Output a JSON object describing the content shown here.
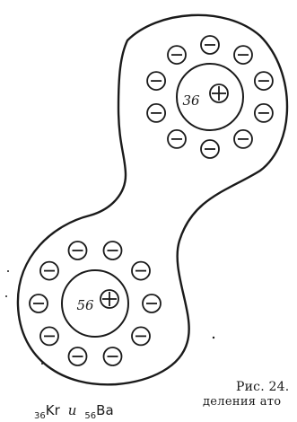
{
  "diagram": {
    "stroke_color": "#1a1a1a",
    "paper_color": "#ffffff",
    "upper_nucleus": {
      "charge_label": "36",
      "sign_icon": "plus-in-circle",
      "electron_count": 10
    },
    "lower_nucleus": {
      "charge_label": "56",
      "sign_icon": "plus-in-circle",
      "electron_count": 10
    },
    "electron_icon": "minus-in-circle"
  },
  "formula": {
    "left_sub": "36",
    "left_symbol": "Kr",
    "conj": "и",
    "right_sub": "56",
    "right_symbol": "Ba"
  },
  "caption": {
    "title": "Рис. 24.",
    "subtitle": "деления ато"
  }
}
